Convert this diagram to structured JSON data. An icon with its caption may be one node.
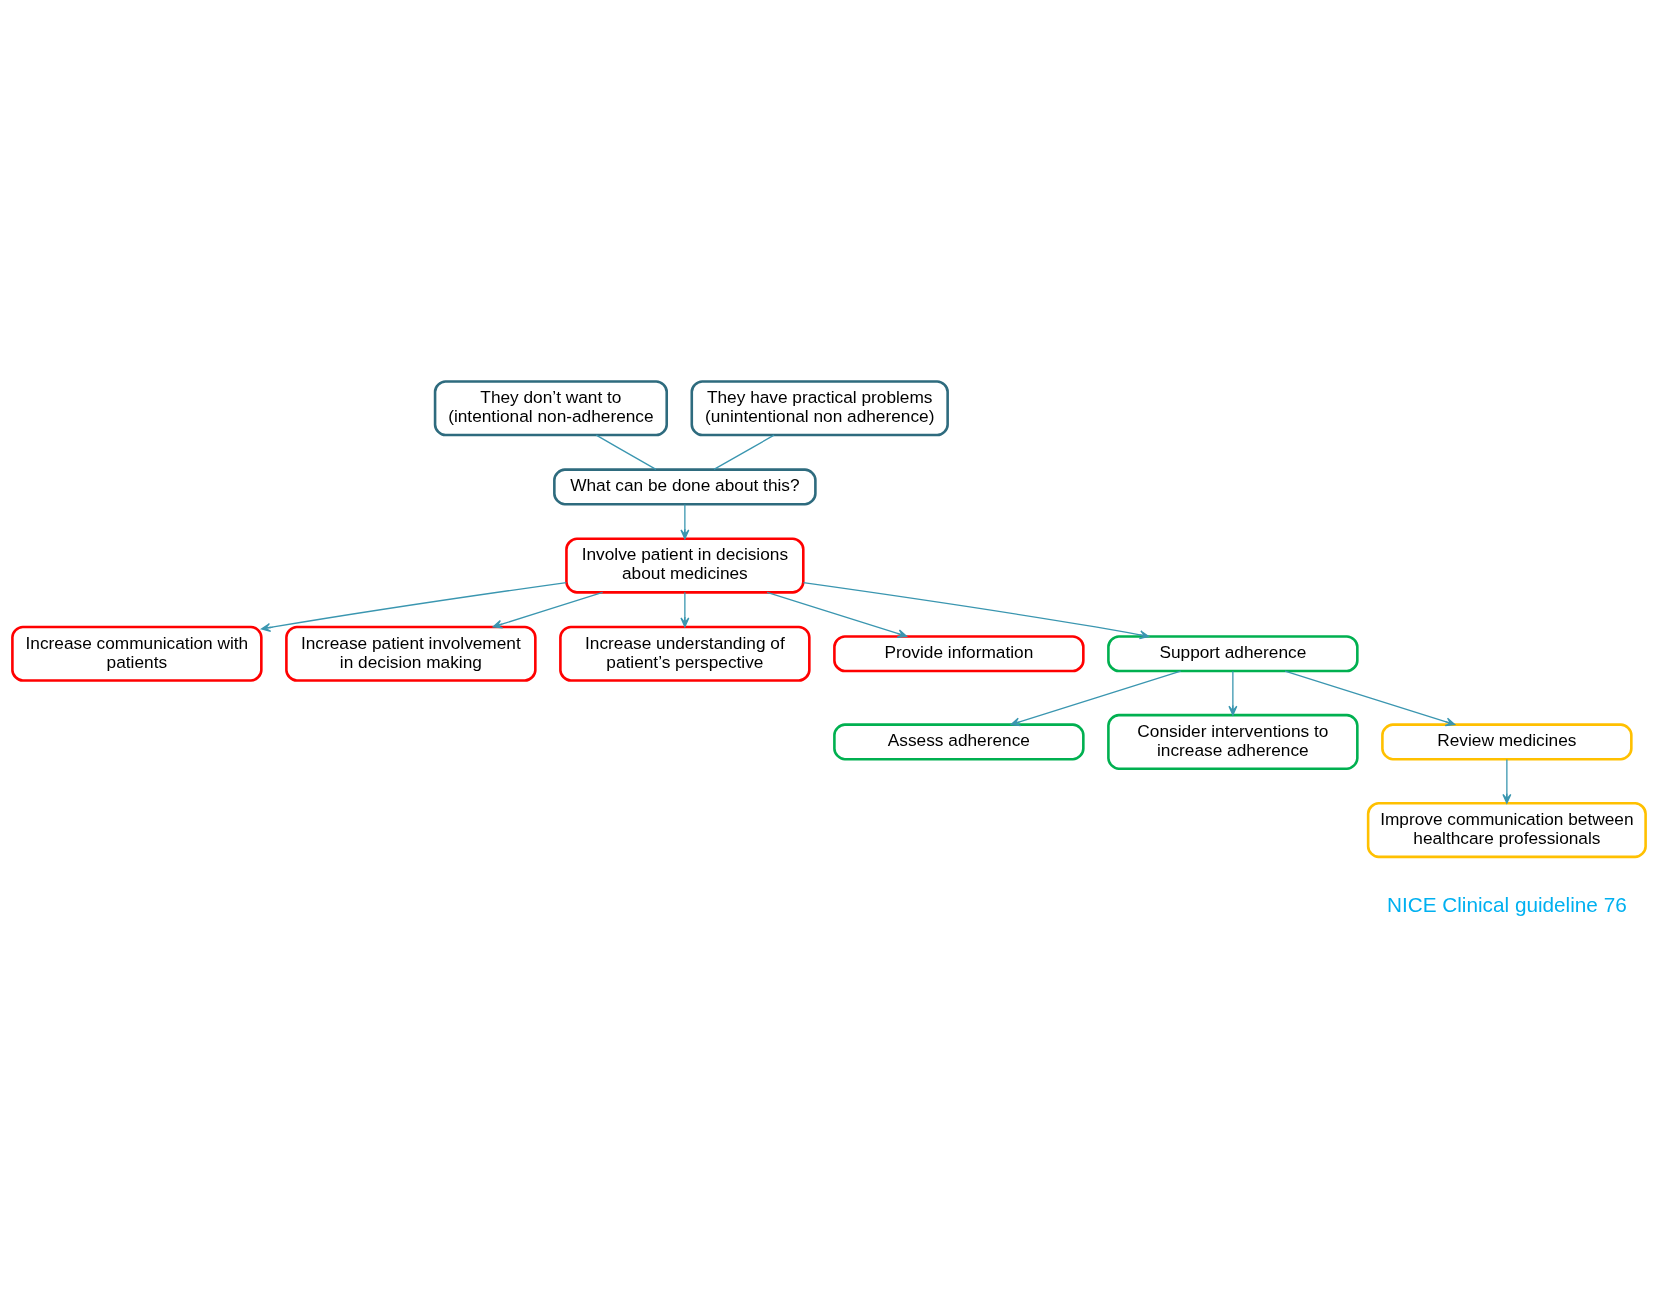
{
  "diagram": {
    "nodes": [
      {
        "text": [
          "They don’t want to (intentional non-adherence"
        ]
      },
      {
        "text": [
          "They have practical problems (unintentional non adherence)"
        ]
      },
      {
        "text": [
          "What can be done about this?"
        ]
      },
      {
        "text": [
          "Involve patient in decisions about medicines"
        ]
      },
      {
        "text": [
          "Increase communication with patients"
        ]
      },
      {
        "text": [
          "Increase patient involvement in decision making"
        ]
      },
      {
        "text": [
          "Increase understanding of patient’s perspective"
        ]
      },
      {
        "text": [
          "Provide information"
        ]
      },
      {
        "text": [
          "Support adherence"
        ]
      },
      {
        "text": [
          "Assess adherence"
        ]
      },
      {
        "text": [
          "Consider interventions to increase adherence"
        ]
      },
      {
        "text": [
          "Review medicines"
        ]
      },
      {
        "text": [
          "Improve communication between healthcare professionals"
        ]
      }
    ],
    "edges": [
      {
        "from": 0,
        "to": 2,
        "arrow": "none"
      },
      {
        "from": 1,
        "to": 2,
        "arrow": "none"
      },
      {
        "from": 2,
        "to": 3,
        "arrow": "to"
      },
      {
        "from": 3,
        "to": 4,
        "arrow": "to"
      },
      {
        "from": 3,
        "to": 5,
        "arrow": "to"
      },
      {
        "from": 3,
        "to": 6,
        "arrow": "to"
      },
      {
        "from": 3,
        "to": 7,
        "arrow": "to"
      },
      {
        "from": 3,
        "to": 8,
        "arrow": "to"
      },
      {
        "from": 8,
        "to": 9,
        "arrow": "to"
      },
      {
        "from": 8,
        "to": 10,
        "arrow": "to"
      },
      {
        "from": 8,
        "to": 11,
        "arrow": "to"
      },
      {
        "from": 11,
        "to": 12,
        "arrow": "to"
      }
    ],
    "labels": [
      "NICE Clinical guideline 76"
    ]
  }
}
